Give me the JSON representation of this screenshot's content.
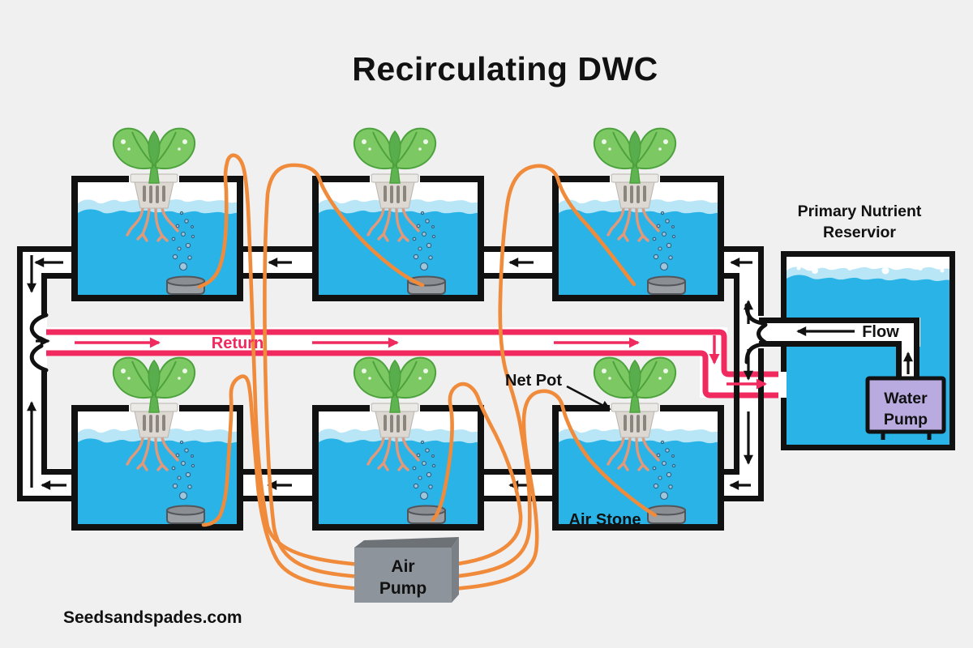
{
  "title": "Recirculating DWC",
  "watermark": "Seedsandspades.com",
  "labels": {
    "return": "Return",
    "flow": "Flow",
    "net_pot": "Net Pot",
    "air_stone": "Air Stone",
    "air_pump_line1": "Air",
    "air_pump_line2": "Pump",
    "water_pump_line1": "Water",
    "water_pump_line2": "Pump",
    "reservoir_line1": "Primary Nutrient",
    "reservoir_line2": "Reservior"
  },
  "structure": {
    "tank_count": 6,
    "rows": 2,
    "flow_direction_tanks": "right-to-left",
    "return_direction": "left-to-right"
  },
  "colors": {
    "background": "#f0f0f1",
    "outline": "#111111",
    "water": "#29b3e7",
    "water_light": "#b9e6f7",
    "foam": "#ffffff",
    "return_pink": "#f02a5e",
    "tube_orange": "#f08b3b",
    "leaf_green": "#7cc862",
    "leaf_dark": "#58ad4c",
    "stem_green": "#5fb451",
    "roots_salmon": "#e2997a",
    "net_pot_gray": "#ddd8d2",
    "air_stone_gray": "#9b9ea2",
    "air_pump_gray": "#8e949b",
    "air_pump_gray_dark": "#6d7277",
    "water_pump_purple": "#b9abdf"
  }
}
